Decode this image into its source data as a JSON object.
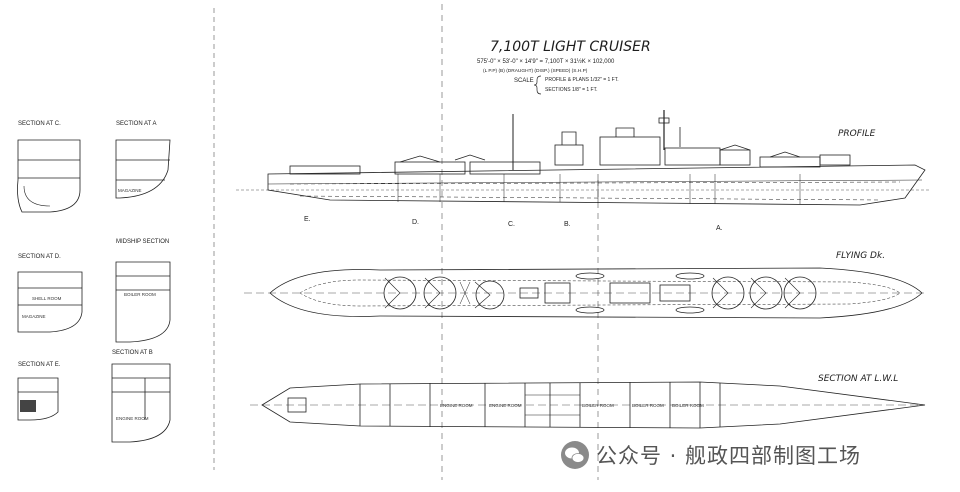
{
  "drawing": {
    "title": "7,100T LIGHT CRUISER",
    "dims_top": "575'-0\" × 53'-0\" × 14'9\" = 7,100T × 31½K × 102,000",
    "dims_sub": "(L P.P)   (B)   (DRAUGHT) (DISP.)  (SPEED)  (S.H.P)",
    "scale_label": "SCALE",
    "scale_line1": "PROFILE & PLANS  1/32\" = 1 FT.",
    "scale_line2": "SECTIONS         1/8\" = 1 FT."
  },
  "views": {
    "profile": "PROFILE",
    "flying_deck": "FLYING Dk.",
    "section_lwl": "SECTION AT L.W.L"
  },
  "sections": {
    "c": "SECTION AT C.",
    "a": "SECTION AT A",
    "d": "SECTION AT D.",
    "midship": "MIDSHIP SECTION",
    "e": "SECTION AT E.",
    "b": "SECTION AT B"
  },
  "station_marks": [
    "E.",
    "D.",
    "C.",
    "B.",
    "A."
  ],
  "notes": {
    "boiler_room": "BOILER ROOM",
    "engine_room": "ENGINE ROOM",
    "magazine": "MAGAZINE",
    "shell_room": "SHELL ROOM"
  },
  "watermark": "公众号 · 舰政四部制图工场",
  "colors": {
    "ink": "#1e1e1e",
    "paper": "#ffffff",
    "watermark": "#555555"
  }
}
